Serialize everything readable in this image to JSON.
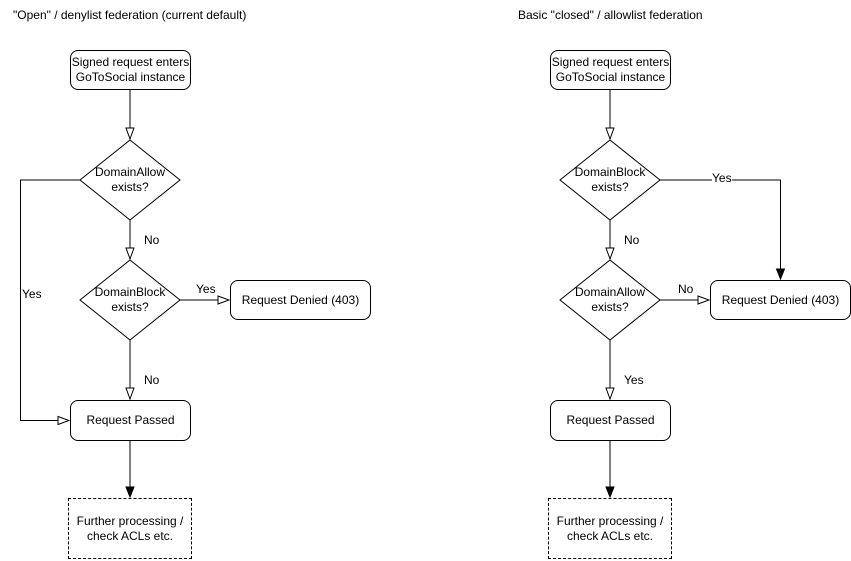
{
  "colors": {
    "stroke": "#000000",
    "node_fill": "#ffffff",
    "text": "#000000",
    "background": "#ffffff"
  },
  "charts": {
    "left": {
      "title": "\"Open\" / denylist federation (current default)",
      "nodes": {
        "start": {
          "line1": "Signed request enters",
          "line2": "GoToSocial instance"
        },
        "decision1": {
          "line1": "DomainAllow",
          "line2": "exists?"
        },
        "decision2": {
          "line1": "DomainBlock",
          "line2": "exists?"
        },
        "denied": {
          "label": "Request Denied (403)"
        },
        "passed": {
          "label": "Request Passed"
        },
        "further": {
          "line1": "Further processing /",
          "line2": "check ACLs etc."
        }
      },
      "labels": {
        "decision1_yes": "Yes",
        "decision1_no": "No",
        "decision2_yes": "Yes",
        "decision2_no": "No"
      }
    },
    "right": {
      "title": "Basic \"closed\" / allowlist federation",
      "nodes": {
        "start": {
          "line1": "Signed request enters",
          "line2": "GoToSocial instance"
        },
        "decision1": {
          "line1": "DomainBlock",
          "line2": "exists?"
        },
        "decision2": {
          "line1": "DomainAllow",
          "line2": "exists?"
        },
        "denied": {
          "label": "Request Denied (403)"
        },
        "passed": {
          "label": "Request Passed"
        },
        "further": {
          "line1": "Further processing /",
          "line2": "check ACLs etc."
        }
      },
      "labels": {
        "decision1_yes": "Yes",
        "decision1_no": "No",
        "decision2_no": "No",
        "decision2_yes": "Yes"
      }
    }
  }
}
